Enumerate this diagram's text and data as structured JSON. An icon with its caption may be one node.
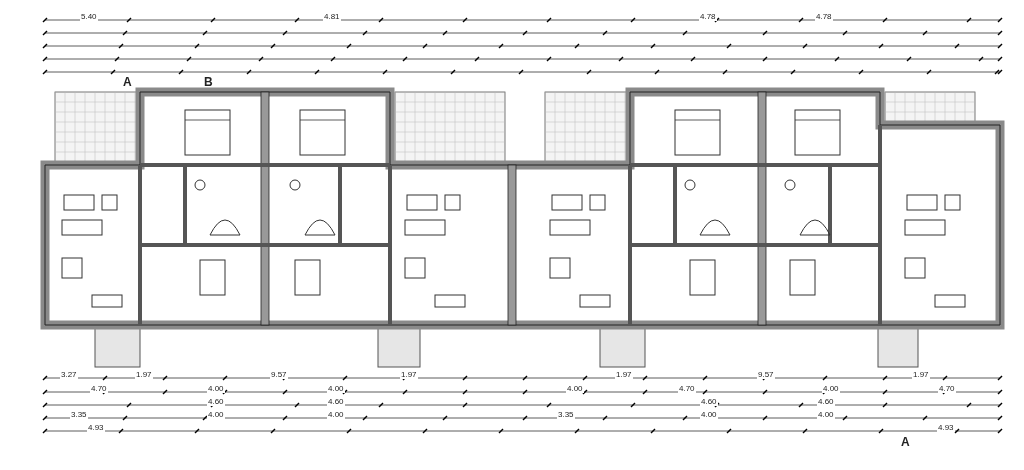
{
  "diagram": {
    "labels": [
      "5.40",
      "4.81",
      "4.78",
      "4.78",
      "A",
      "B",
      "3.27",
      "1.97",
      "9.57",
      "1.97",
      "1.97",
      "9.57",
      "1.97",
      "4.70",
      "4.00",
      "4.00",
      "4.00",
      "4.70",
      "4.00",
      "4.70",
      "4.60",
      "4.60",
      "4.60",
      "4.60",
      "3.35",
      "4.00",
      "4.00",
      "3.35",
      "4.00",
      "4.00",
      "4.93",
      "4.93",
      "A"
    ]
  }
}
